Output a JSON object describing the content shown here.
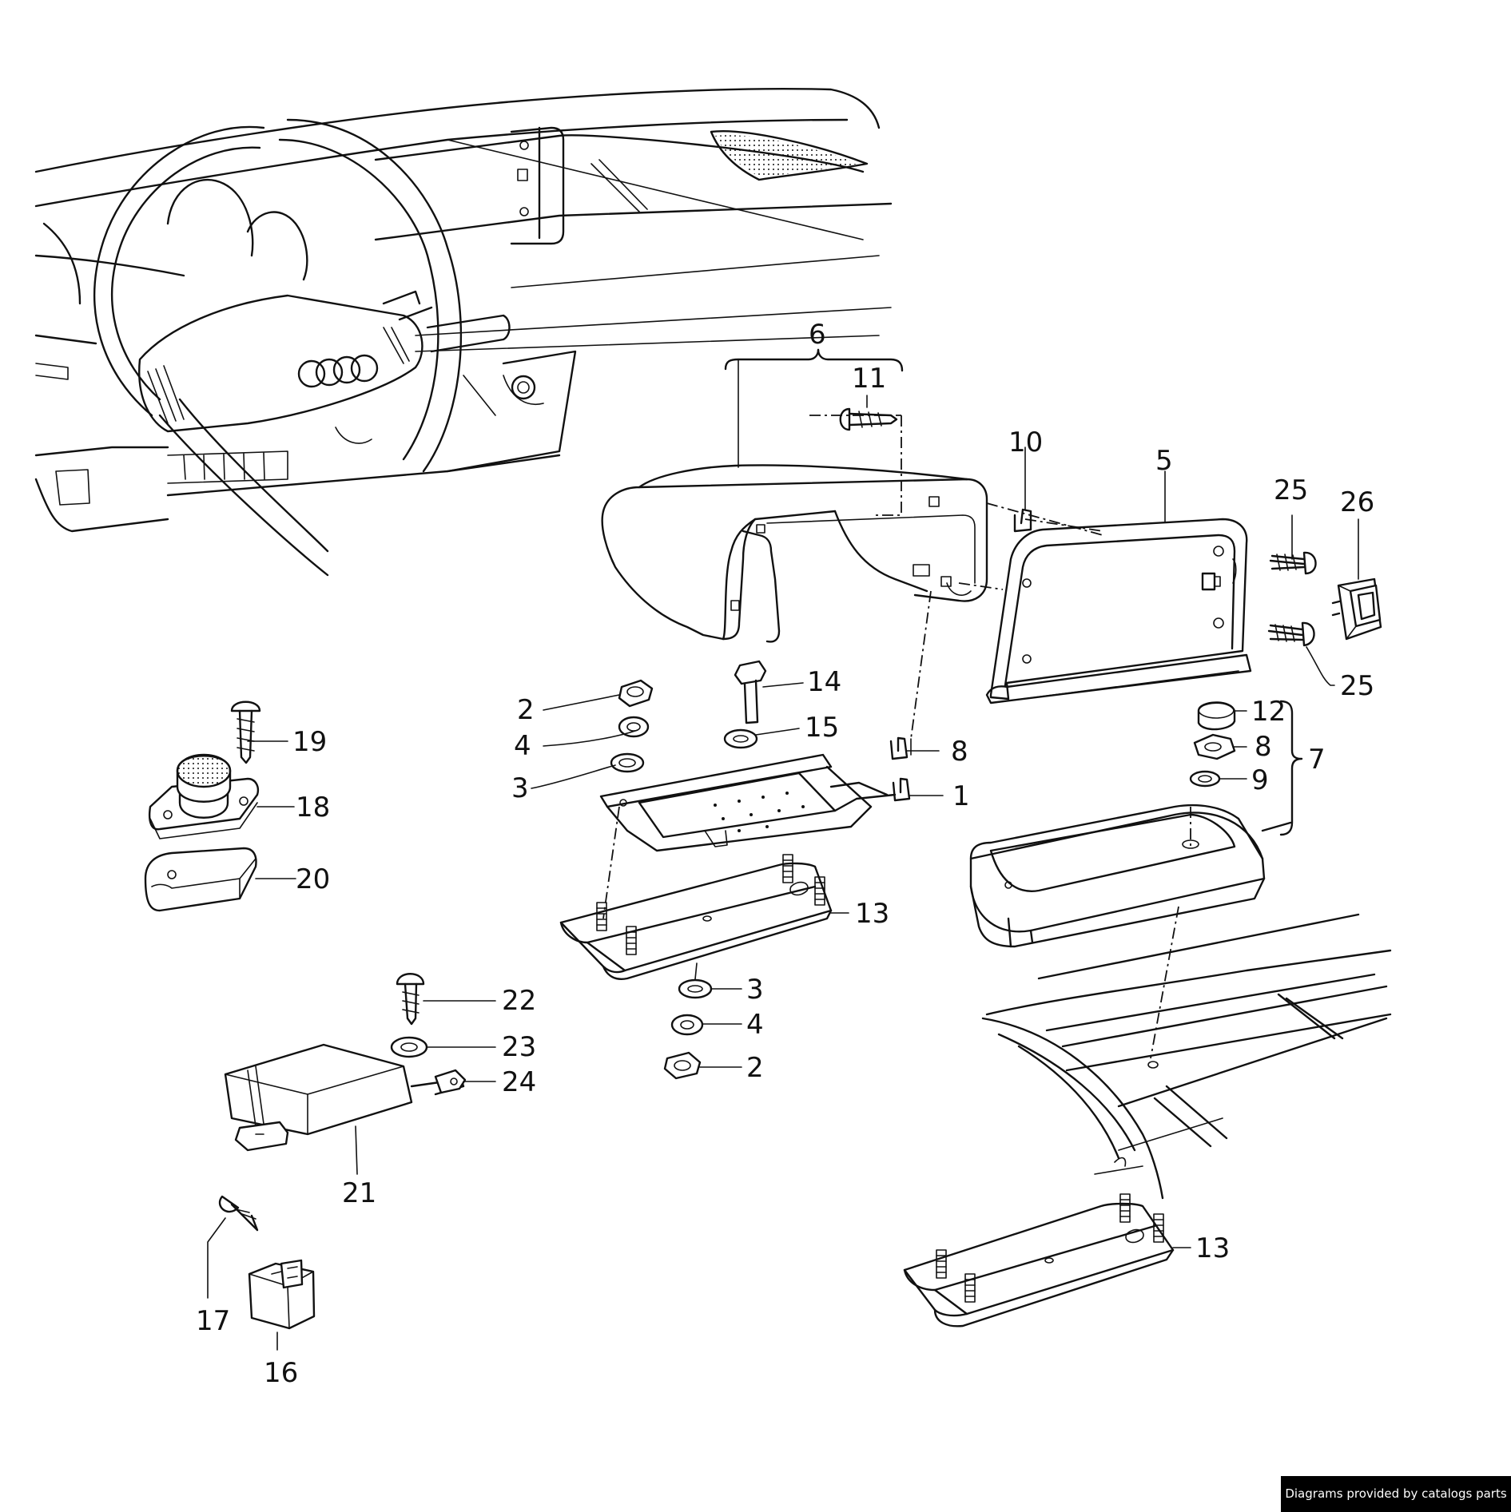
{
  "callouts": [
    {
      "id": "c6",
      "text": "6"
    },
    {
      "id": "c11",
      "text": "11"
    },
    {
      "id": "c10",
      "text": "10"
    },
    {
      "id": "c5",
      "text": "5"
    },
    {
      "id": "c25a",
      "text": "25"
    },
    {
      "id": "c26",
      "text": "26"
    },
    {
      "id": "c25b",
      "text": "25"
    },
    {
      "id": "c14",
      "text": "14"
    },
    {
      "id": "c15",
      "text": "15"
    },
    {
      "id": "c2a",
      "text": "2"
    },
    {
      "id": "c4a",
      "text": "4"
    },
    {
      "id": "c3a",
      "text": "3"
    },
    {
      "id": "c8a",
      "text": "8"
    },
    {
      "id": "c1",
      "text": "1"
    },
    {
      "id": "c12",
      "text": "12"
    },
    {
      "id": "c8b",
      "text": "8"
    },
    {
      "id": "c9",
      "text": "9"
    },
    {
      "id": "c7",
      "text": "7"
    },
    {
      "id": "c19",
      "text": "19"
    },
    {
      "id": "c18",
      "text": "18"
    },
    {
      "id": "c20",
      "text": "20"
    },
    {
      "id": "c13a",
      "text": "13"
    },
    {
      "id": "c3b",
      "text": "3"
    },
    {
      "id": "c4b",
      "text": "4"
    },
    {
      "id": "c2b",
      "text": "2"
    },
    {
      "id": "c22",
      "text": "22"
    },
    {
      "id": "c23",
      "text": "23"
    },
    {
      "id": "c24",
      "text": "24"
    },
    {
      "id": "c21",
      "text": "21"
    },
    {
      "id": "c17",
      "text": "17"
    },
    {
      "id": "c16",
      "text": "16"
    },
    {
      "id": "c13b",
      "text": "13"
    }
  ],
  "footer": {
    "credit": "Diagrams provided by catalogs parts"
  },
  "colors": {
    "line": "#111111",
    "background": "#ffffff",
    "banner": "#000000"
  }
}
